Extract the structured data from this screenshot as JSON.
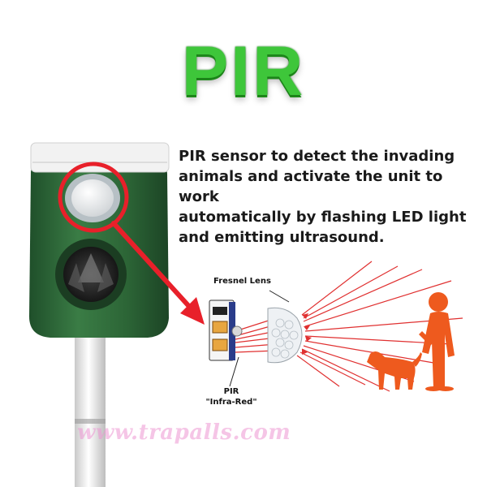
{
  "title": "PIR",
  "description": {
    "lines": [
      "PIR sensor to detect the invading",
      "animals and activate the unit to work",
      "automatically by flashing LED light",
      "and emitting ultrasound."
    ]
  },
  "diagram": {
    "fresnel_label": "Fresnel Lens",
    "pir_label_line1": "PIR",
    "pir_label_line2": "\"Infra-Red\""
  },
  "watermark": "www.trapalls.com",
  "colors": {
    "title_green": "#3ec63a",
    "device_green": "#2f6b3a",
    "arrow_red": "#e8202a",
    "ray_red": "#e03030",
    "figure_orange": "#ee5a1e"
  }
}
